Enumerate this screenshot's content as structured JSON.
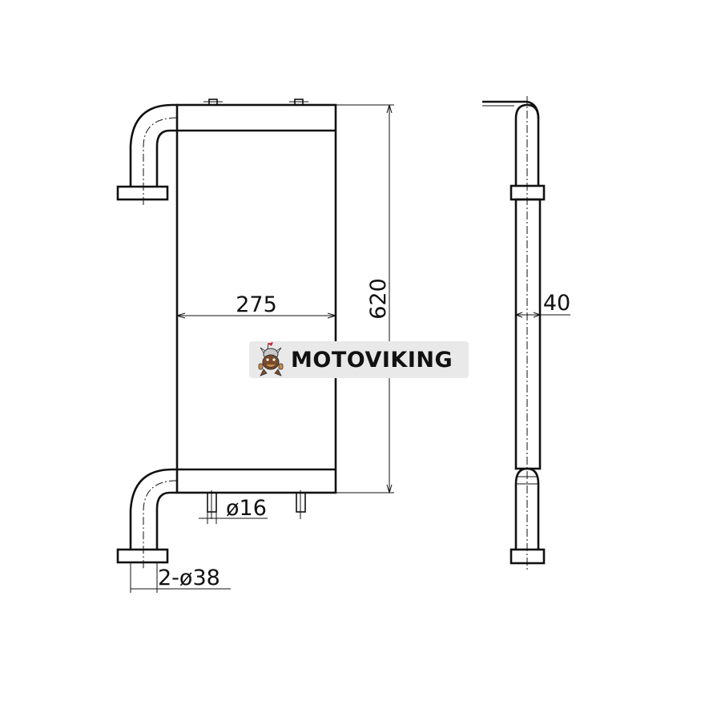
{
  "dimensions": {
    "width": "275",
    "height": "620",
    "depth": "40",
    "port_small": "ø16",
    "port_large": "2-ø38"
  },
  "watermark": {
    "brand": "MOTOVIKING"
  },
  "colors": {
    "line": "#111111",
    "watermark_bg": "#e9e9e9"
  }
}
